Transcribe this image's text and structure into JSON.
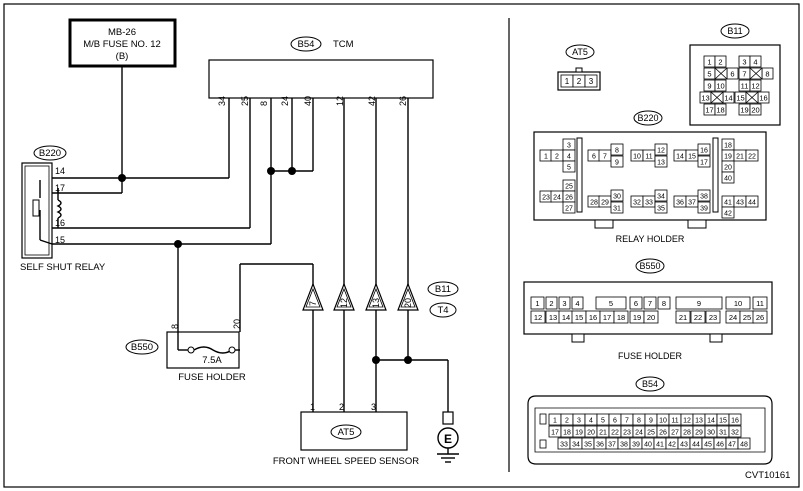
{
  "fuse_box": {
    "line1": "MB-26",
    "line2": "M/B FUSE NO. 12",
    "line3": "(B)"
  },
  "tcm": {
    "tag": "B54",
    "label": "TCM",
    "pins": [
      "34",
      "25",
      "8",
      "24",
      "40",
      "12",
      "42",
      "26"
    ]
  },
  "relay": {
    "tag": "B220",
    "label": "SELF SHUT RELAY",
    "pins": [
      "14",
      "17",
      "16",
      "15"
    ]
  },
  "fuse_holder": {
    "tag": "B550",
    "label": "FUSE HOLDER",
    "rating": "7.5A",
    "pins": [
      "8",
      "20"
    ]
  },
  "b11_connector": {
    "tag1": "B11",
    "tag2": "T4",
    "pins": [
      "7",
      "12",
      "13",
      "20"
    ]
  },
  "sensor": {
    "tag": "AT5",
    "label": "FRONT WHEEL SPEED SENSOR",
    "pins": [
      "1",
      "2",
      "3"
    ]
  },
  "ground": {
    "label": "E"
  },
  "panel": {
    "at5": {
      "tag": "AT5",
      "pins": [
        "1",
        "2",
        "3"
      ]
    },
    "b11": {
      "tag": "B11",
      "pins": [
        "1",
        "2",
        "3",
        "4",
        "5",
        "6",
        "7",
        "8",
        "9",
        "10",
        "11",
        "12",
        "13",
        "14",
        "15",
        "16",
        "17",
        "18",
        "19",
        "20"
      ]
    },
    "b220": {
      "tag": "B220",
      "label": "RELAY HOLDER",
      "pins": [
        "1",
        "2",
        "3",
        "4",
        "5",
        "6",
        "7",
        "8",
        "9",
        "10",
        "11",
        "12",
        "13",
        "14",
        "15",
        "16",
        "17",
        "18",
        "19",
        "20",
        "21",
        "22",
        "23",
        "24",
        "25",
        "26",
        "27",
        "28",
        "29",
        "30",
        "31",
        "32",
        "33",
        "34",
        "35",
        "36",
        "37",
        "38",
        "39",
        "40",
        "41",
        "42",
        "43",
        "44"
      ]
    },
    "b550": {
      "tag": "B550",
      "label": "FUSE HOLDER",
      "pins": [
        "1",
        "2",
        "3",
        "4",
        "5",
        "6",
        "7",
        "8",
        "9",
        "10",
        "11",
        "12",
        "13",
        "14",
        "15",
        "16",
        "17",
        "18",
        "19",
        "20",
        "21",
        "22",
        "23",
        "24",
        "25",
        "26"
      ]
    },
    "b54": {
      "tag": "B54",
      "pins": [
        "1",
        "2",
        "3",
        "4",
        "5",
        "6",
        "7",
        "8",
        "9",
        "10",
        "11",
        "12",
        "13",
        "14",
        "15",
        "16",
        "17",
        "18",
        "19",
        "20",
        "21",
        "22",
        "23",
        "24",
        "25",
        "26",
        "27",
        "28",
        "29",
        "30",
        "31",
        "32",
        "33",
        "34",
        "35",
        "36",
        "37",
        "38",
        "39",
        "40",
        "41",
        "42",
        "43",
        "44",
        "45",
        "46",
        "47",
        "48"
      ]
    }
  },
  "code": "CVT10161"
}
